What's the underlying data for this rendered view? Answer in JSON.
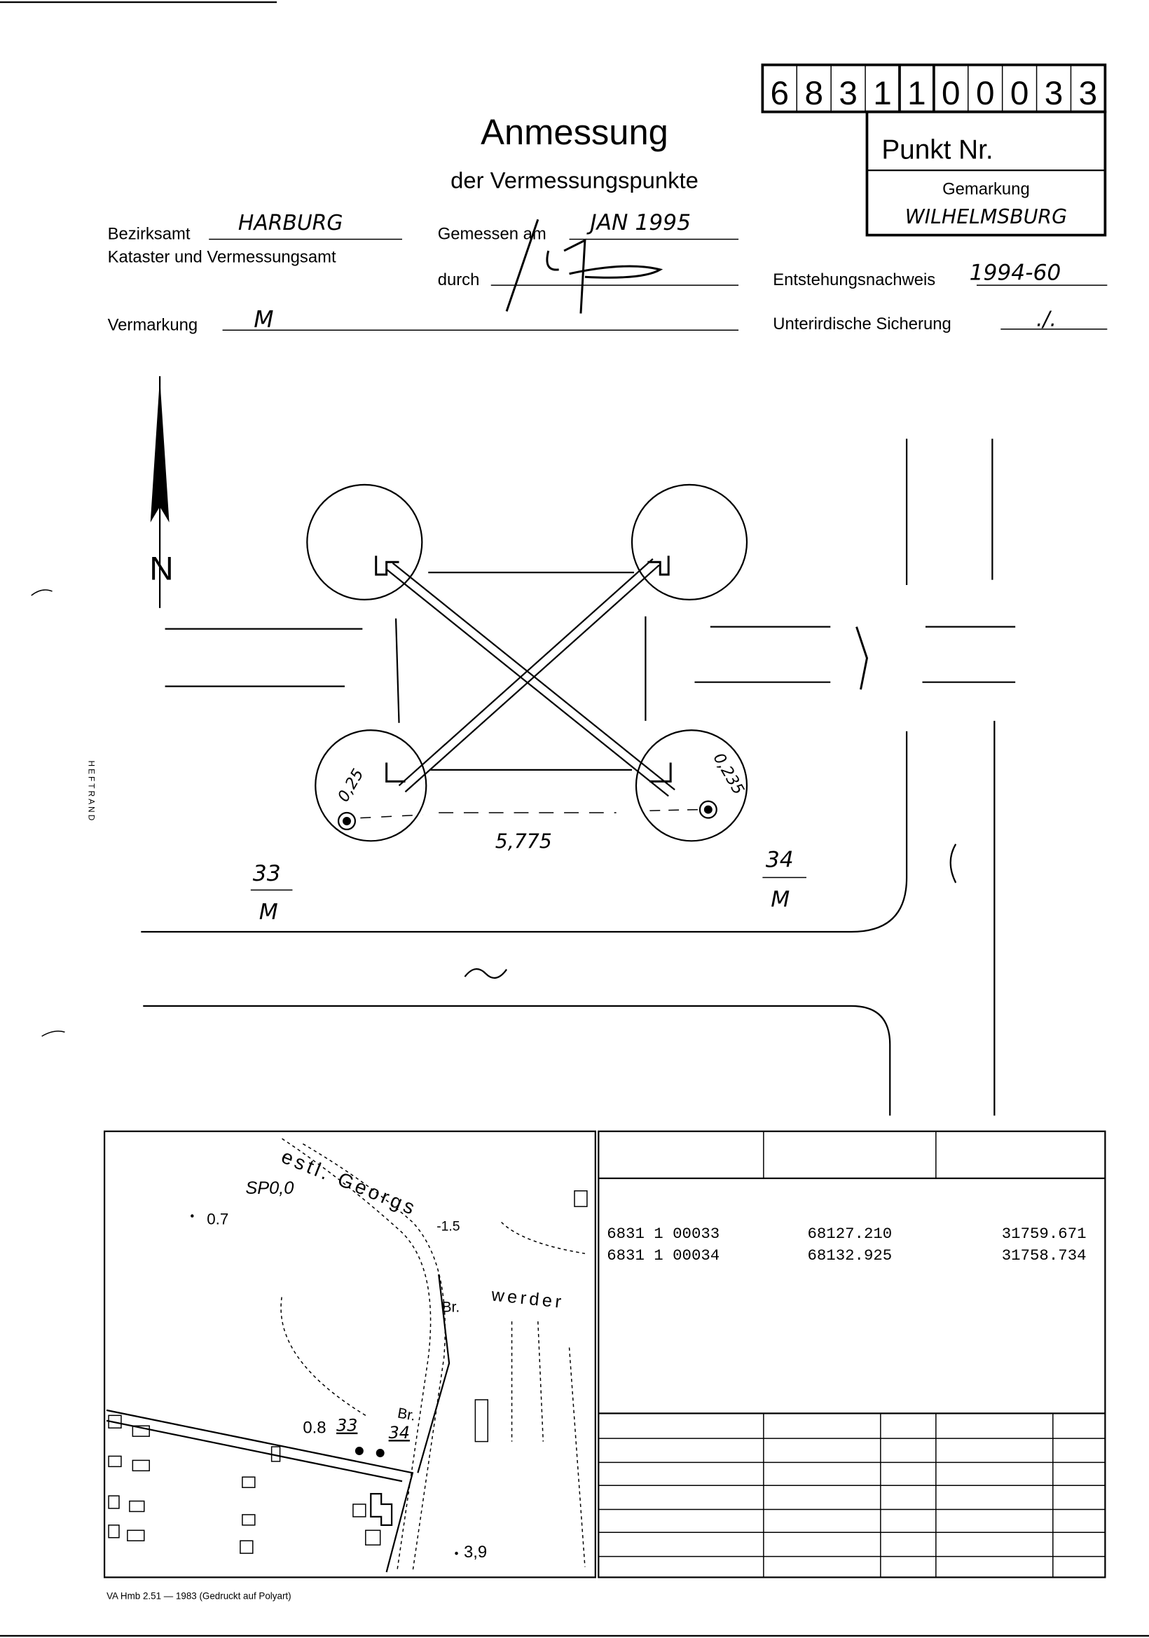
{
  "form": {
    "number_digits": [
      "6",
      "8",
      "3",
      "1",
      "1",
      "0",
      "0",
      "0",
      "3",
      "3"
    ],
    "punkt_label": "Punkt Nr.",
    "gemarkung_label": "Gemarkung",
    "gemarkung_value": "WILHELMSBURG",
    "title": "Anmessung",
    "subtitle": "der Vermessungspunkte",
    "bezirksamt_label": "Bezirksamt",
    "bezirksamt_value": "HARBURG",
    "kataster_label": "Kataster und Vermessungsamt",
    "gemessen_label": "Gemessen am",
    "gemessen_value": "JAN 1995",
    "durch_label": "durch",
    "vermarkung_label": "Vermarkung",
    "vermarkung_value": "M",
    "entstehung_label": "Entstehungsnachweis",
    "entstehung_value": "1994-60",
    "sicherung_label": "Unterirdische Sicherung",
    "sicherung_value": "./.",
    "heftrand": "HEFTRAND"
  },
  "sketch": {
    "north": "N",
    "dist_left": "0,25",
    "dist_right": "0,235",
    "distance": "5,775",
    "point_left": "33",
    "point_left_mark": "M",
    "point_right": "34",
    "point_right_mark": "M"
  },
  "map": {
    "street1": "estl. Georgs",
    "street2": "werder",
    "labels": [
      "SP0,0",
      "0.7",
      "-1.5",
      "Br.",
      "Br.",
      "0.8",
      "33",
      "34",
      "3,9"
    ]
  },
  "coords": {
    "rows": [
      {
        "id": "6831 1 00033",
        "x": "68127.210",
        "y": "31759.671"
      },
      {
        "id": "6831 1 00034",
        "x": "68132.925",
        "y": "31758.734"
      }
    ]
  },
  "footer": "VA Hmb 2.51 — 1983 (Gedruckt auf Polyart)"
}
